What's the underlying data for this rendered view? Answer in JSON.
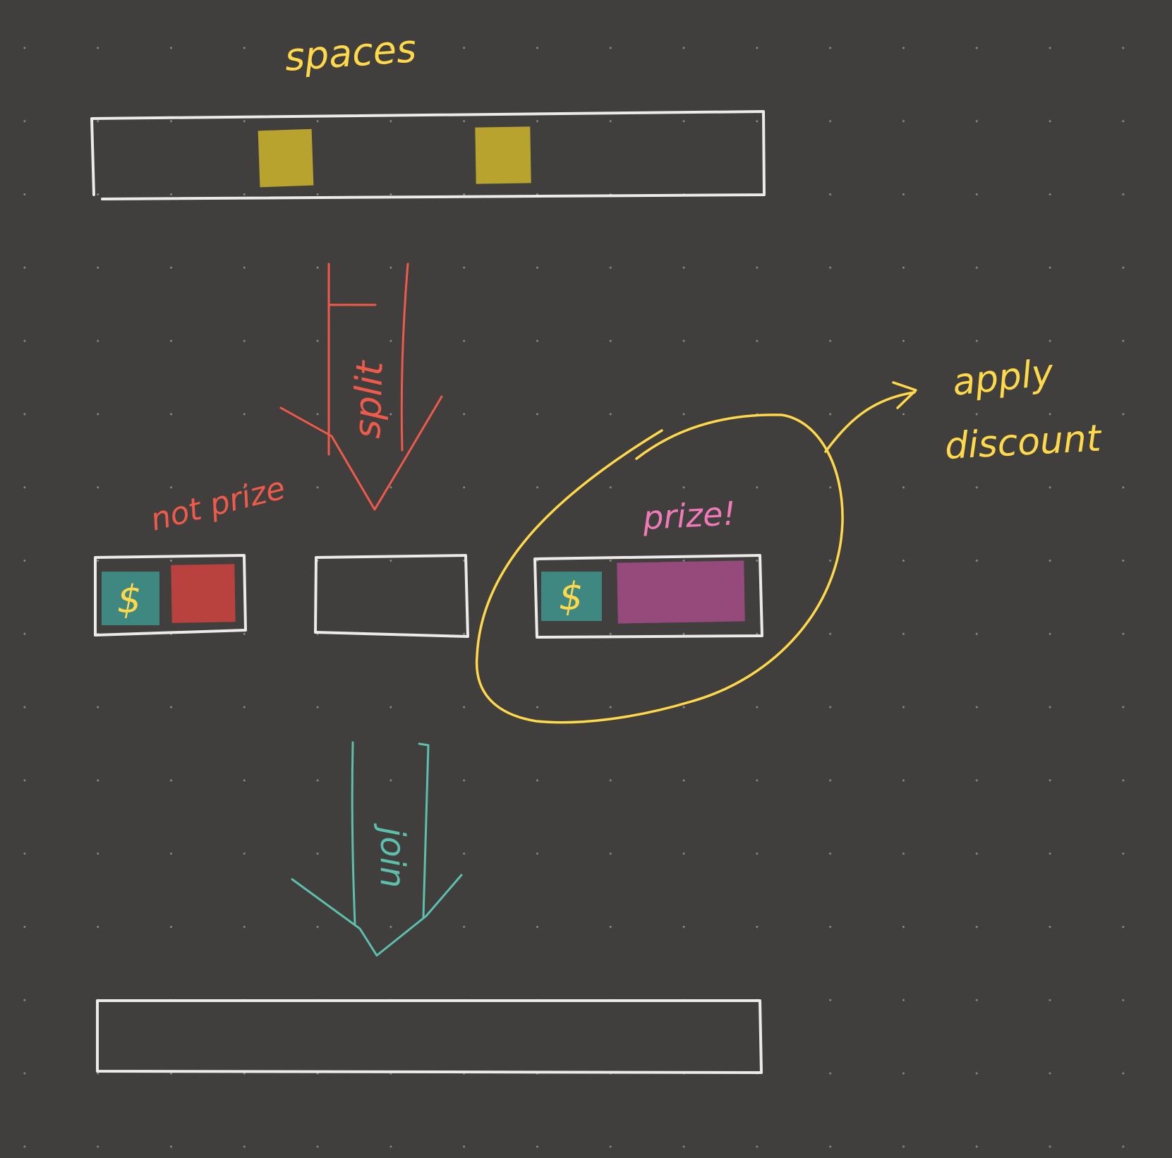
{
  "canvas": {
    "background_color": "#413e3e",
    "grid": "dot-grid"
  },
  "colors": {
    "box_stroke": "#ecebe9",
    "yellow": "#ffd94a",
    "red": "#ef5a4a",
    "teal": "#5cc0ac",
    "pink": "#f07ab8",
    "yellow_block": "#c6ae2e",
    "teal_block": "#3f8f88",
    "red_block": "#c0423e",
    "magenta_block": "#9b4b80"
  },
  "labels": {
    "top_list": "spaces",
    "split_arrow": "split",
    "not_prize_group": "not prize",
    "prize_group": "prize!",
    "apply_action": "apply discount",
    "join_arrow": "join",
    "price_symbol": "$"
  },
  "icons": {
    "split_arrow": "down-arrow-icon",
    "join_arrow": "down-arrow-icon",
    "callout_arrow": "curved-arrow-icon"
  }
}
